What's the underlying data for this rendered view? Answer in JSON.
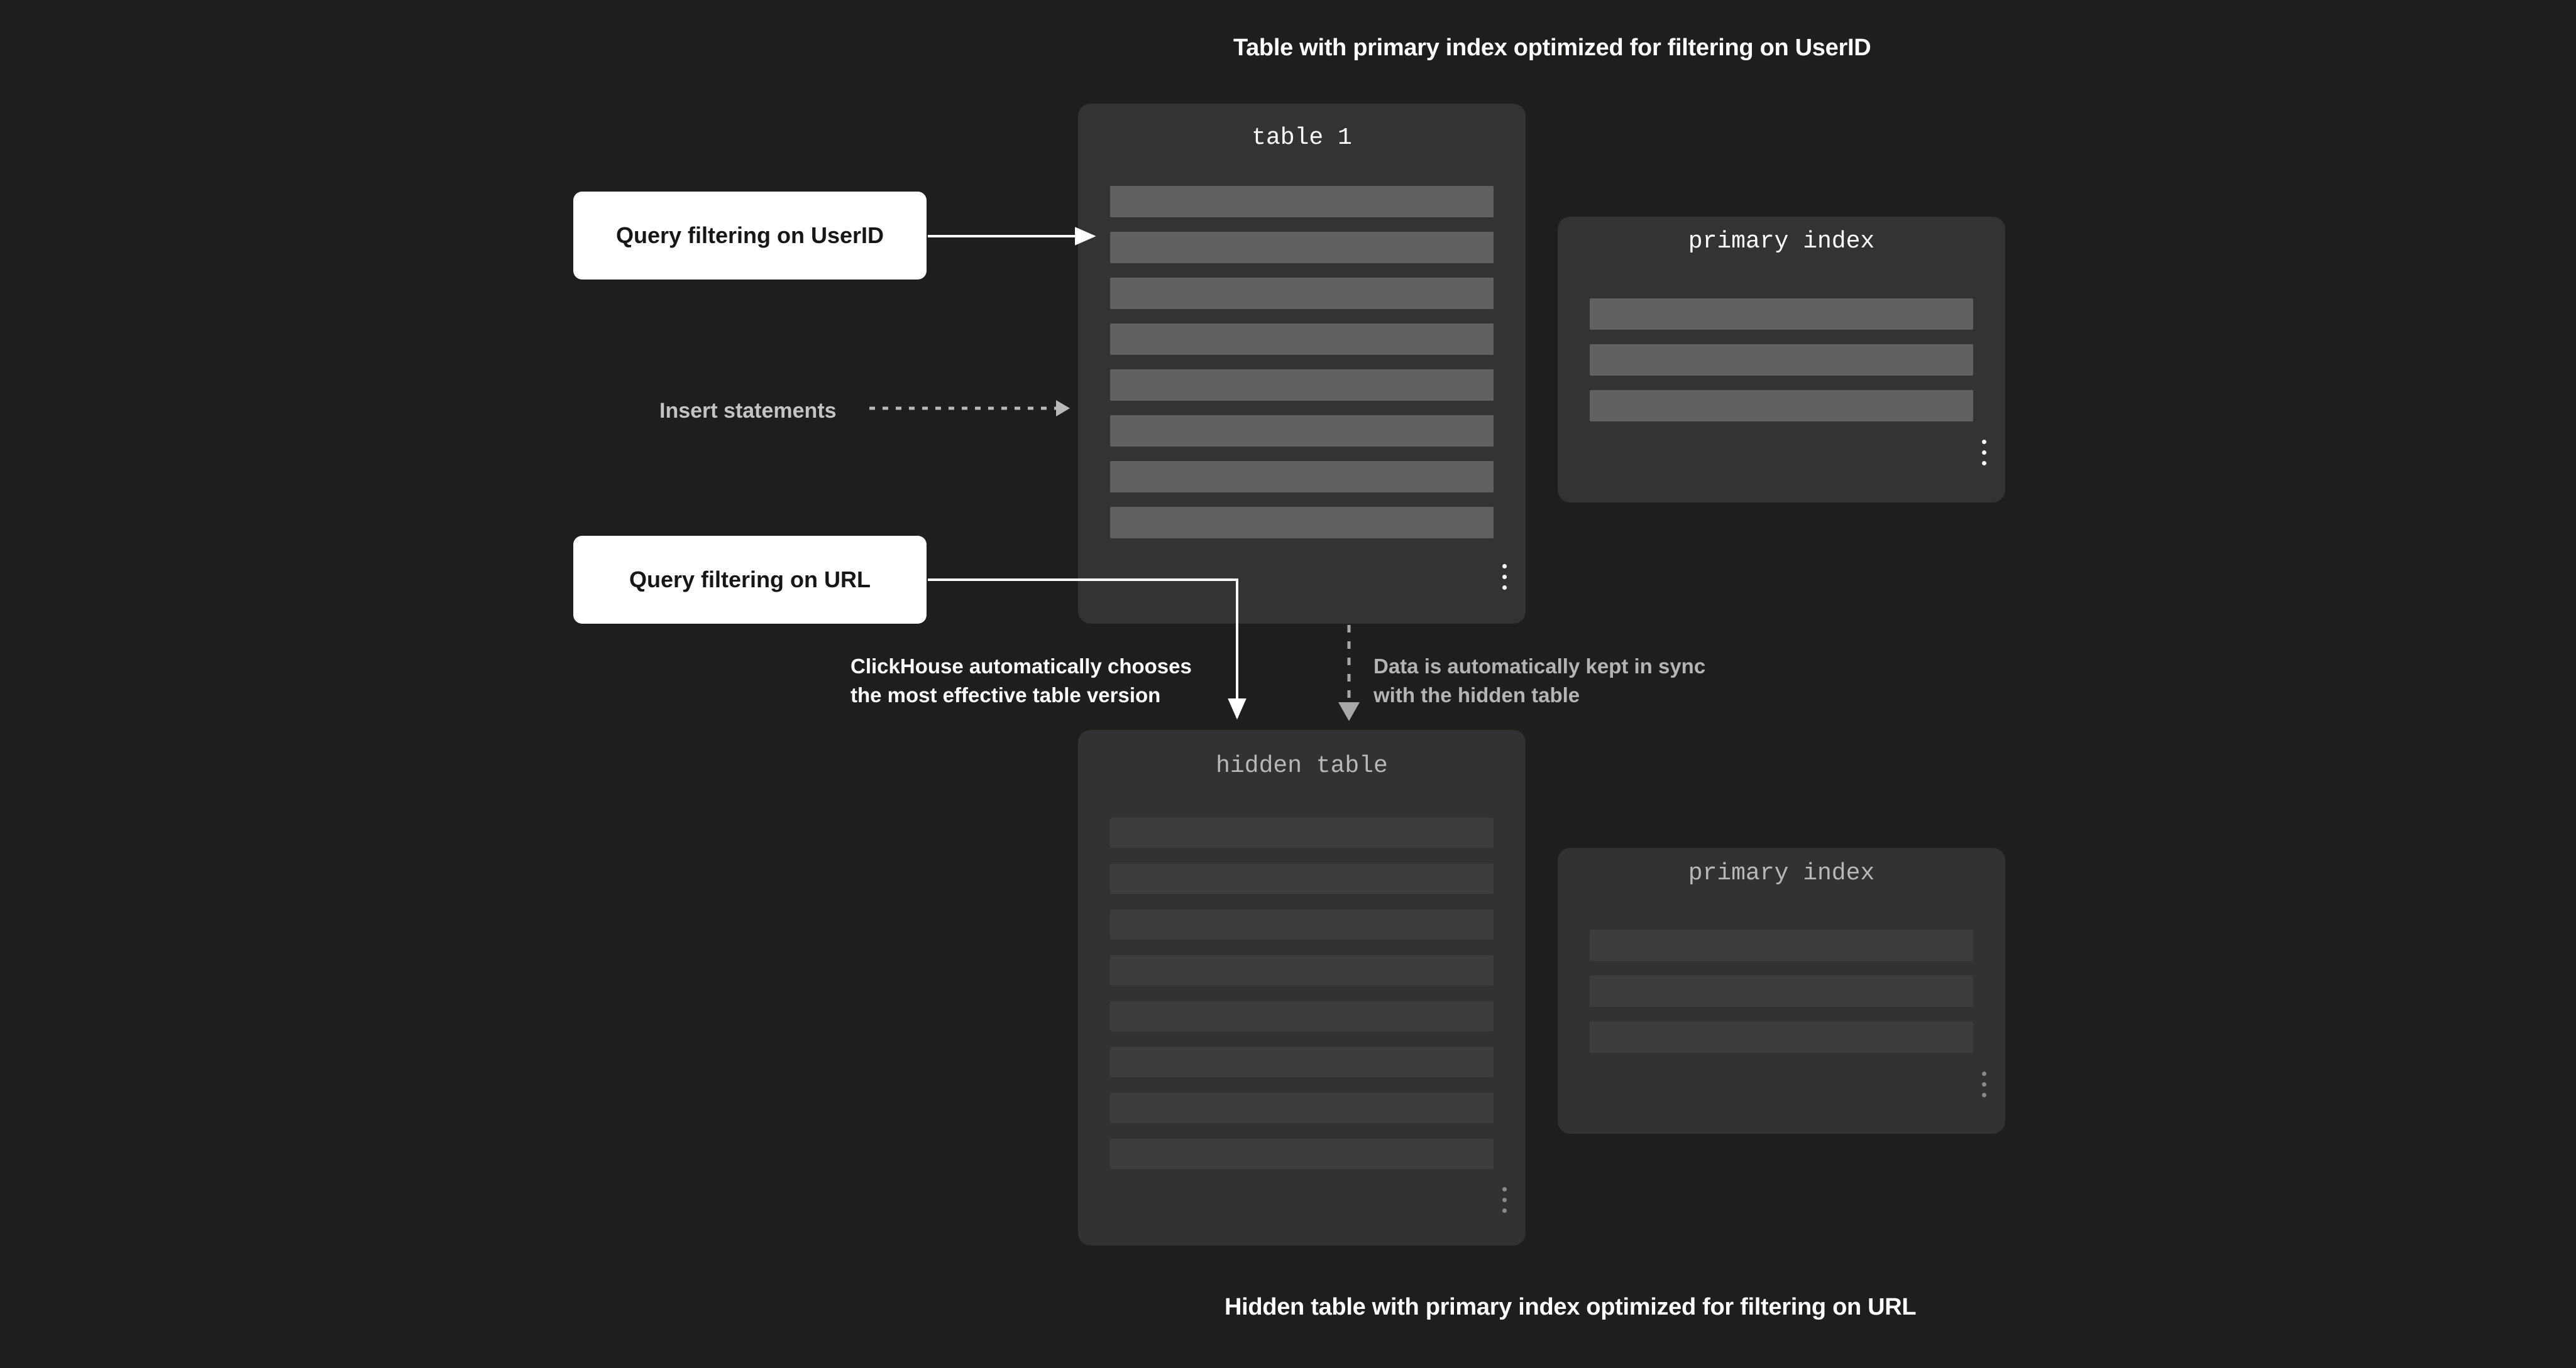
{
  "captions": {
    "top": "Table with primary index optimized for filtering on UserID",
    "bottom": "Hidden table with primary index optimized for filtering on URL"
  },
  "colors": {
    "background": "#1e1e1c",
    "card_bright": "#333333",
    "card_dim": "#323232",
    "row_bright": "#616161",
    "row_dim": "#3d3d3d",
    "text_white": "#ffffff",
    "text_muted": "#b4b4b4",
    "query_box_bg": "#ffffff",
    "query_box_text": "#161616"
  },
  "table1": {
    "title": "table 1",
    "row_count": 8,
    "ellipsis": "vertical-ellipsis"
  },
  "primary_index_top": {
    "title": "primary index",
    "row_count": 3,
    "ellipsis": "vertical-ellipsis"
  },
  "hidden_table": {
    "title": "hidden table",
    "row_count": 8,
    "ellipsis": "vertical-ellipsis"
  },
  "primary_index_bottom": {
    "title": "primary index",
    "row_count": 3,
    "ellipsis": "vertical-ellipsis"
  },
  "query_userid": {
    "label": "Query filtering on UserID"
  },
  "query_url": {
    "label": "Query filtering on URL"
  },
  "annotations": {
    "insert": "Insert statements",
    "choose_line1": "ClickHouse automatically chooses",
    "choose_line2": "the most effective table version",
    "sync_line1": "Data is automatically kept in sync",
    "sync_line2": "with the hidden table"
  }
}
